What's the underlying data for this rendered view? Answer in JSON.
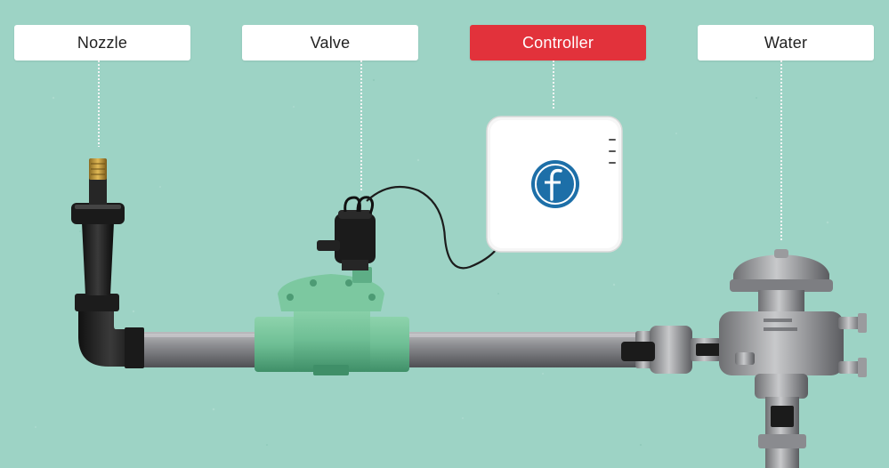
{
  "labels": {
    "nozzle": "Nozzle",
    "valve": "Valve",
    "controller": "Controller",
    "water": "Water"
  },
  "colors": {
    "background": "#9dd3c5",
    "highlight": "#e2323b",
    "label_bg": "#ffffff",
    "valve_green": "#6fbf95",
    "pipe_gray": "#8e8f92"
  },
  "icons": {
    "controller_logo": "rachio-f-logo-icon"
  }
}
